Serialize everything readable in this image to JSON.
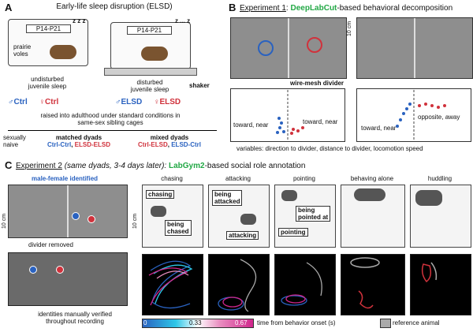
{
  "panelA": {
    "letter": "A",
    "title": "Early-life sleep disruption (ELSD)",
    "cage_age_left": "P14-P21",
    "cage_age_right": "P14-P21",
    "sleep_left": "z z z",
    "sleep_right": "z ... z",
    "prairie_voles": "prairie\nvoles",
    "undisturbed": "undisturbed\njuvenile sleep",
    "disturbed": "disturbed\njuvenile sleep",
    "shaker": "shaker",
    "groups": [
      "♂Ctrl",
      "♀Ctrl",
      "♂ELSD",
      "♀ELSD"
    ],
    "raised": "raised into adulthood under standard conditions in\nsame-sex sibling cages",
    "sexually_naive": "sexually\nnaive",
    "matched_title": "matched dyads",
    "matched_a": "Ctrl-Ctrl",
    "matched_b": "ELSD-ELSD",
    "mixed_title": "mixed dyads",
    "mixed_a": "Ctrl-ELSD",
    "mixed_b": "ELSD-Ctrl"
  },
  "panelB": {
    "letter": "B",
    "experiment": "Experiment 1",
    "title_rest": "-based behavioral decomposition",
    "tool": "DeepLabCut",
    "scale": "10 cm",
    "divider_label": "wire-mesh divider",
    "left_plot_left": "toward, near",
    "left_plot_right": "toward, near",
    "right_plot_left": "toward, near",
    "right_plot_right": "opposite, away",
    "variables": "variables: direction to divider, distance to divider, locomotion speed"
  },
  "panelC": {
    "letter": "C",
    "experiment": "Experiment 2",
    "subtitle": " (same dyads, 3-4 days later): ",
    "tool": "LabGym2",
    "title_rest": "-based social role annotation",
    "identified": "male-female identified",
    "scale_left": "10 cm",
    "scale_mid": "10 cm",
    "divider_removed": "divider removed",
    "verified": "identities manually verified\nthroughout recording",
    "behaviors": [
      "chasing",
      "attacking",
      "pointing",
      "behaving alone",
      "huddling"
    ],
    "role_chasing": "chasing",
    "role_chased": "being\nchased",
    "role_attacked": "being\nattacked",
    "role_attacking": "attacking",
    "role_pointed": "being\npointed at",
    "role_pointing": "pointing",
    "colorbar_ticks": [
      "0",
      "0.33",
      "0.67"
    ],
    "colorbar_label": "time from behavior onset (s)",
    "reference": "reference animal",
    "colors": {
      "blue": "#2a62c0",
      "red": "#d0323c",
      "green": "#22a845",
      "cool": "#2ec7e8",
      "mag": "#d0268c"
    }
  }
}
